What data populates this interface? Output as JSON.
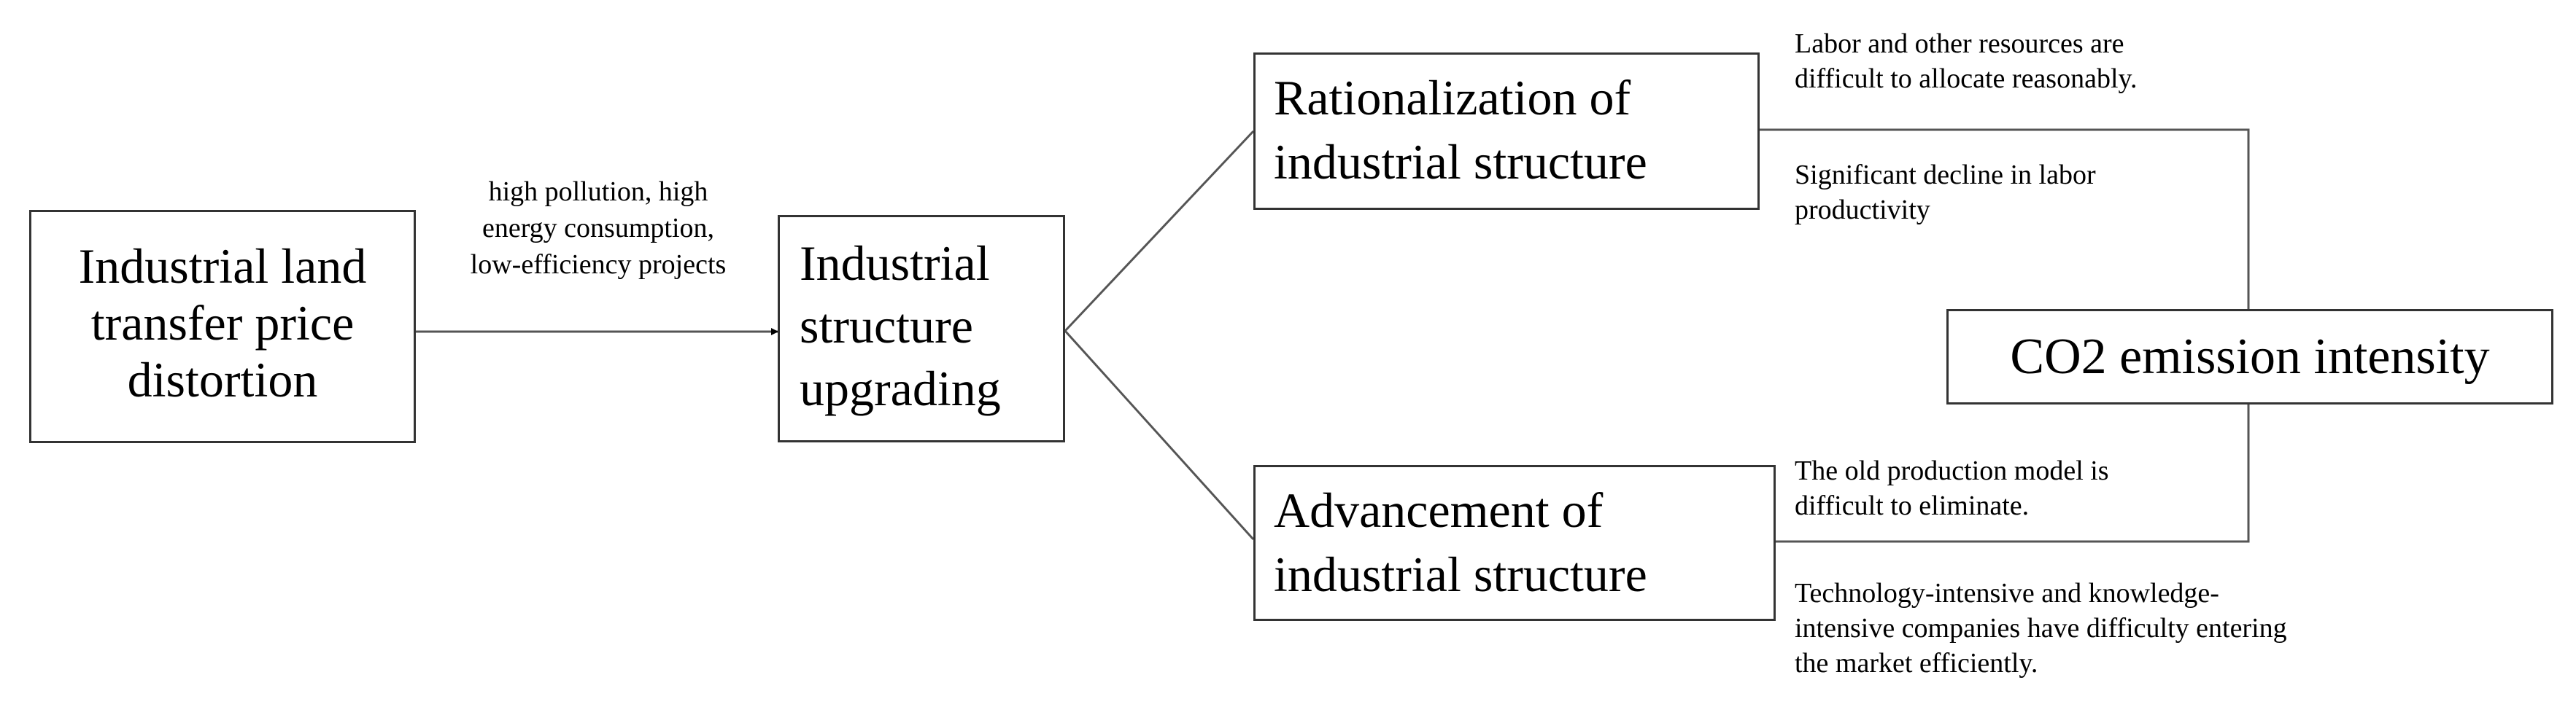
{
  "diagram": {
    "nodes": {
      "land_price": {
        "lines": [
          "Industrial land",
          "transfer price",
          "distortion"
        ]
      },
      "upgrading": {
        "lines": [
          "Industrial",
          "structure",
          "upgrading"
        ]
      },
      "rationalization": {
        "lines": [
          "Rationalization of",
          "industrial structure"
        ]
      },
      "advancement": {
        "lines": [
          "Advancement of",
          "industrial structure"
        ]
      },
      "co2": {
        "lines": [
          "CO2 emission intensity"
        ]
      }
    },
    "edge_labels": {
      "land_to_upgrading": [
        "high pollution, high",
        "energy consumption,",
        "low-efficiency projects"
      ],
      "rationalization_top": [
        "Labor and other resources are",
        "difficult to allocate reasonably."
      ],
      "rationalization_bottom": [
        "Significant decline in labor",
        "productivity"
      ],
      "advancement_top": [
        "The old production model is",
        "difficult to eliminate."
      ],
      "advancement_bottom": [
        "Technology-intensive and knowledge-",
        "intensive companies have difficulty entering",
        "the market efficiently."
      ]
    },
    "colors": {
      "line": "#555555",
      "arrow": "#000000",
      "border": "#333333"
    }
  }
}
